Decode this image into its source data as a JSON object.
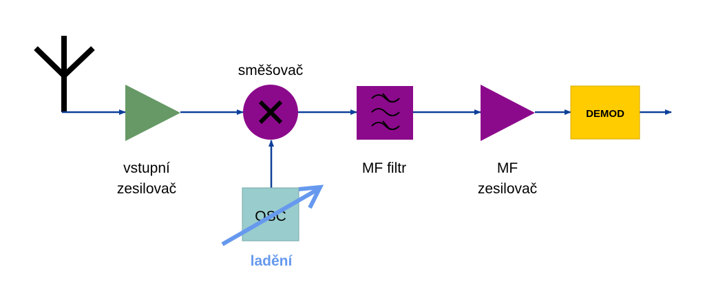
{
  "labels": {
    "mixer": "směšovač",
    "input_amp_1": "vstupní",
    "input_amp_2": "zesilovač",
    "if_filter": "MF filtr",
    "if_amp_1": "MF",
    "if_amp_2": "zesilovač",
    "oscillator": "OSC",
    "demodulator": "DEMOD",
    "tuning": "ladění"
  },
  "colors": {
    "signal_line": "#0d3f9a",
    "input_amp": "#669966",
    "mixer": "#8b0a8b",
    "filter": "#8b0a8b",
    "if_amp": "#8b0a8b",
    "demod": "#ffcc00",
    "oscillator": "#99cccc",
    "tuning": "#6699ee"
  }
}
